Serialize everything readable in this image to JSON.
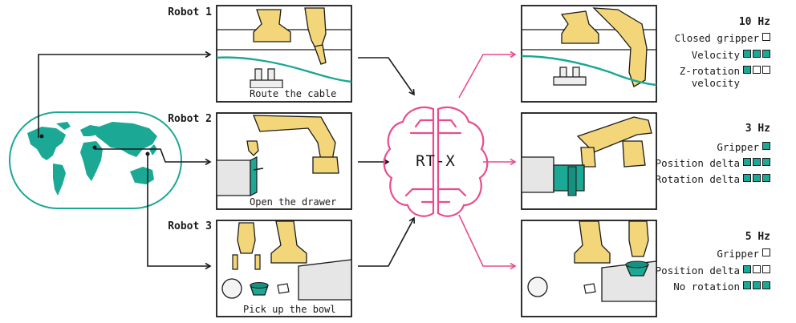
{
  "colors": {
    "teal": "#1ba894",
    "pink": "#e84c8f",
    "yellow": "#f3d67a",
    "ink": "#1a1a1a",
    "grey": "#e6e6e6"
  },
  "robots": [
    {
      "label": "Robot 1",
      "task": "Route the cable"
    },
    {
      "label": "Robot 2",
      "task": "Open the drawer"
    },
    {
      "label": "Robot 3",
      "task": "Pick up the bowl"
    }
  ],
  "model": {
    "name": "RT-X"
  },
  "outputs": [
    {
      "rate": "10 Hz",
      "specs": [
        {
          "text": "Closed gripper",
          "filled": [
            false
          ]
        },
        {
          "text": "Velocity",
          "filled": [
            true,
            true,
            true
          ]
        },
        {
          "text": "Z-rotation\nvelocity",
          "filled": [
            true,
            false,
            false
          ]
        }
      ]
    },
    {
      "rate": "3 Hz",
      "specs": [
        {
          "text": "Gripper",
          "filled": [
            true
          ]
        },
        {
          "text": "Position delta",
          "filled": [
            true,
            true,
            true
          ]
        },
        {
          "text": "Rotation delta",
          "filled": [
            true,
            true,
            true
          ]
        }
      ]
    },
    {
      "rate": "5 Hz",
      "specs": [
        {
          "text": "Gripper",
          "filled": [
            false
          ]
        },
        {
          "text": "Position delta",
          "filled": [
            true,
            false,
            false
          ]
        },
        {
          "text": "No rotation",
          "filled": [
            true,
            true,
            true
          ]
        }
      ]
    }
  ]
}
